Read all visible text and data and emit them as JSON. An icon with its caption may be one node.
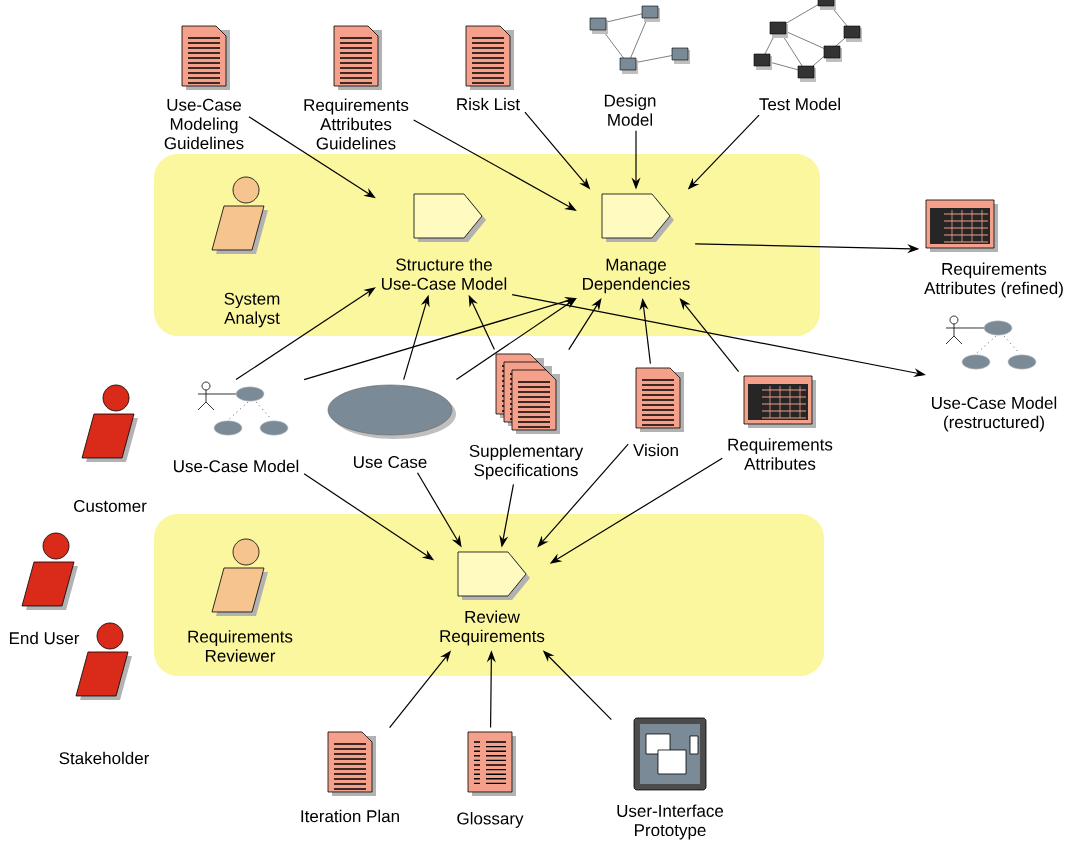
{
  "diagram": {
    "nodes": [
      {
        "text": [],
        "shape": "box"
      },
      {
        "text": [
          "System Analyst"
        ],
        "in": 0
      },
      {
        "text": [
          "Structure the Use-Case Model"
        ],
        "in": 0
      },
      {
        "text": [
          "Manage Dependencies"
        ],
        "in": 0
      },
      {
        "text": [
          "Use-Case Modeling Guidelines"
        ]
      },
      {
        "text": [
          "Requirements Attributes Guidelines"
        ]
      },
      {
        "text": [
          "Risk List"
        ]
      },
      {
        "text": [
          "Design Model"
        ]
      },
      {
        "text": [
          "Test Model"
        ]
      },
      {
        "text": [
          "Requirements Attributes (refined)"
        ]
      },
      {
        "text": [
          "Use-Case Model (restructured)"
        ]
      },
      {
        "text": [
          "Use-Case Model"
        ]
      },
      {
        "text": [
          "Use Case"
        ]
      },
      {
        "text": [
          "Supplementary Specifications"
        ]
      },
      {
        "text": [
          "Vision"
        ]
      },
      {
        "text": [
          "Requirements Attributes"
        ]
      },
      {
        "text": [
          "Customer"
        ]
      },
      {
        "text": [],
        "shape": "box"
      },
      {
        "text": [
          "Requirements Reviewer"
        ],
        "in": 17
      },
      {
        "text": [
          "Review Requirements"
        ],
        "in": 17
      },
      {
        "text": [
          "End User"
        ]
      },
      {
        "text": [
          "Stakeholder"
        ]
      },
      {
        "text": [
          "Iteration Plan"
        ]
      },
      {
        "text": [
          "Glossary"
        ]
      },
      {
        "text": [
          "User-Interface Prototype"
        ]
      }
    ],
    "edges": [
      {
        "from": 4,
        "to": 2,
        "arrow": "to"
      },
      {
        "from": 5,
        "to": 3,
        "arrow": "to"
      },
      {
        "from": 6,
        "to": 3,
        "arrow": "to"
      },
      {
        "from": 7,
        "to": 3,
        "arrow": "to"
      },
      {
        "from": 8,
        "to": 3,
        "arrow": "to"
      },
      {
        "from": 3,
        "to": 9,
        "arrow": "to"
      },
      {
        "from": 2,
        "to": 10,
        "arrow": "to"
      },
      {
        "from": 11,
        "to": 2,
        "arrow": "to"
      },
      {
        "from": 11,
        "to": 3,
        "arrow": "to"
      },
      {
        "from": 12,
        "to": 2,
        "arrow": "to"
      },
      {
        "from": 12,
        "to": 3,
        "arrow": "to"
      },
      {
        "from": 13,
        "to": 2,
        "arrow": "to"
      },
      {
        "from": 13,
        "to": 3,
        "arrow": "to"
      },
      {
        "from": 14,
        "to": 3,
        "arrow": "to"
      },
      {
        "from": 15,
        "to": 3,
        "arrow": "to"
      },
      {
        "from": 11,
        "to": 19,
        "arrow": "to"
      },
      {
        "from": 12,
        "to": 19,
        "arrow": "to"
      },
      {
        "from": 13,
        "to": 19,
        "arrow": "to"
      },
      {
        "from": 14,
        "to": 19,
        "arrow": "to"
      },
      {
        "from": 15,
        "to": 19,
        "arrow": "to"
      },
      {
        "from": 22,
        "to": 19,
        "arrow": "to"
      },
      {
        "from": 23,
        "to": 19,
        "arrow": "to"
      },
      {
        "from": 24,
        "to": 19,
        "arrow": "to"
      }
    ]
  }
}
